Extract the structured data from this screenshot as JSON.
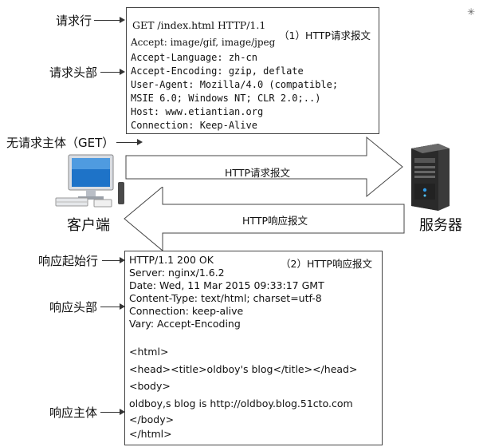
{
  "request": {
    "box_title": "（1）HTTP请求报文",
    "label_request_line": "请求行",
    "label_headers": "请求头部",
    "label_body": "无请求主体（GET）",
    "request_line": "GET  /index.html  HTTP/1.1",
    "serif_headers": [
      "Accept: image/gif, image/jpeg"
    ],
    "mono_headers": [
      "Accept-Language: zh-cn",
      "Accept-Encoding: gzip, deflate",
      "User-Agent: Mozilla/4.0 (compatible;",
      " MSIE 6.0; Windows NT; CLR 2.0;..)",
      "Host: www.etiantian.org",
      "Connection: Keep-Alive"
    ]
  },
  "flow": {
    "request_arrow_label": "HTTP请求报文",
    "response_arrow_label": "HTTP响应报文",
    "client_label": "客户端",
    "server_label": "服务器"
  },
  "response": {
    "box_title": "（2）HTTP响应报文",
    "label_status_line": "响应起始行",
    "label_headers": "响应头部",
    "label_body": "响应主体",
    "lines": [
      "HTTP/1.1 200 OK",
      "Server: nginx/1.6.2",
      "Date: Wed, 11 Mar 2015 09:33:17 GMT",
      "Content-Type: text/html; charset=utf-8",
      "Connection: keep-alive",
      "Vary: Accept-Encoding"
    ],
    "body_lines": [
      "<html>",
      "<head><title>oldboy's blog</title></head>",
      "<body>",
      "oldboy,s blog is     http://oldboy.blog.51cto.com",
      "</body>",
      " </html>"
    ]
  },
  "colors": {
    "arrow_fill": "#ffffff",
    "arrow_stroke": "#444444",
    "monitor_blue": "#1e73c8",
    "server_dark": "#2a2a2a"
  }
}
